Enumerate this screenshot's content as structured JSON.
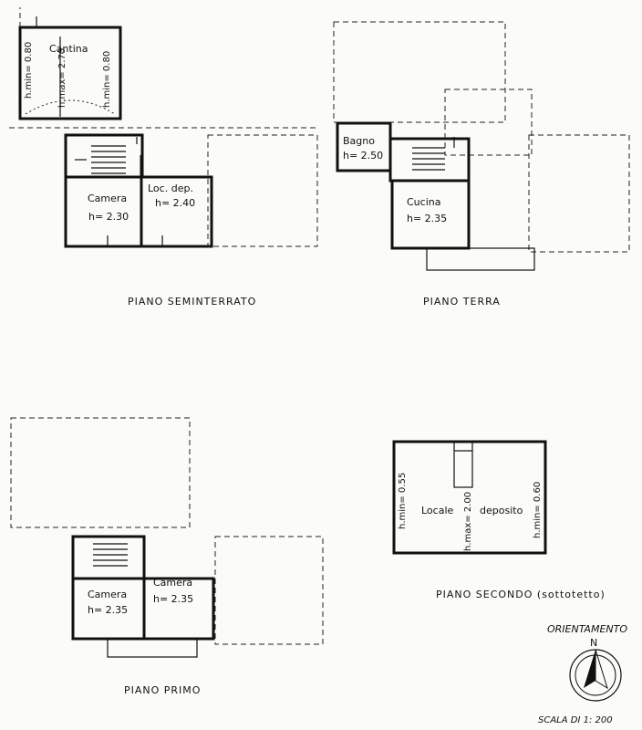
{
  "floors": {
    "seminterrato": {
      "title": "PIANO  SEMINTERRATO",
      "cantina": "Cantina",
      "h_min_left": "h.min= 0.80",
      "h_max": "h.max= 2.70",
      "h_min_right": "h.min= 0.80",
      "camera": "Camera",
      "camera_h": "h= 2.30",
      "loc_dep": "Loc. dep.",
      "loc_dep_h": "h= 2.40"
    },
    "terra": {
      "title": "PIANO   TERRA",
      "bagno": "Bagno",
      "bagno_h": "h= 2.50",
      "cucina": "Cucina",
      "cucina_h": "h= 2.35"
    },
    "primo": {
      "title": "PIANO  PRIMO",
      "camera1": "Camera",
      "camera1_h": "h= 2.35",
      "camera2": "Camera",
      "camera2_h": "h= 2.35"
    },
    "secondo": {
      "title": "PIANO  SECONDO  (sottotetto)",
      "h_min_left": "h.min= 0.55",
      "locale": "Locale",
      "h_max": "h.max= 2.00",
      "deposito": "deposito",
      "h_min_right": "h.min= 0.60"
    }
  },
  "legend": {
    "orientamento": "ORIENTAMENTO",
    "north": "N",
    "scale": "SCALA DI 1: 200"
  }
}
